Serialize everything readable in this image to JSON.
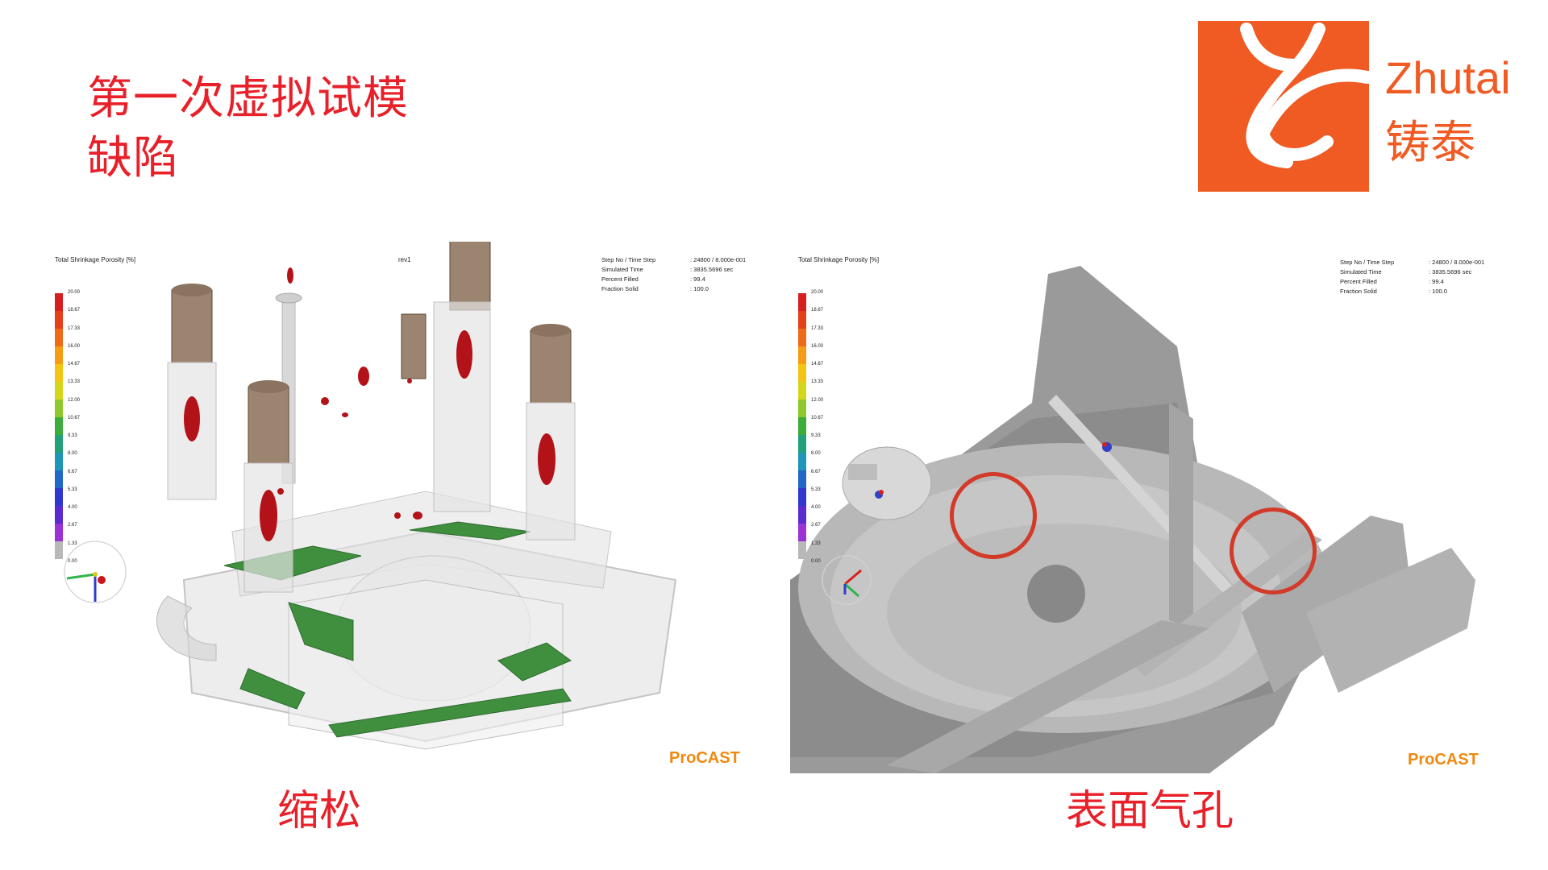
{
  "slide": {
    "title_line1": "第一次虚拟试模",
    "title_line2": "缺陷"
  },
  "logo": {
    "name_en": "Zhutai",
    "name_cn": "铸泰",
    "color": "#f05a23"
  },
  "left_panel": {
    "legend_title": "Total Shrinkage Porosity [%]",
    "run_name": "rev1",
    "legend_values": [
      "20.00",
      "18.67",
      "17.33",
      "16.00",
      "14.67",
      "13.33",
      "12.00",
      "10.67",
      "9.33",
      "8.00",
      "6.67",
      "5.33",
      "4.00",
      "2.67",
      "1.33",
      "0.00"
    ],
    "legend_colors": [
      "#d71f1f",
      "#e4401a",
      "#ee6a18",
      "#f59b14",
      "#f3c512",
      "#d4d61c",
      "#8fc82a",
      "#3cad3a",
      "#23a079",
      "#1f95b8",
      "#2067c8",
      "#3036cf",
      "#5b2bd0",
      "#9b32d4",
      "#b8b8b8"
    ],
    "info": [
      {
        "key": "Step No / Time Step",
        "value": ": 24800 / 8.000e-001"
      },
      {
        "key": "Simulated Time",
        "value": ": 3835.5696 sec"
      },
      {
        "key": "Percent Filled",
        "value": ": 99.4"
      },
      {
        "key": "Fraction Solid",
        "value": ": 100.0"
      }
    ],
    "brand": "ProCAST",
    "caption": "缩松"
  },
  "right_panel": {
    "legend_title": "Total Shrinkage Porosity [%]",
    "legend_values": [
      "20.00",
      "18.67",
      "17.33",
      "16.00",
      "14.67",
      "13.33",
      "12.00",
      "10.67",
      "9.33",
      "8.00",
      "6.67",
      "5.33",
      "4.00",
      "2.67",
      "1.33",
      "0.00"
    ],
    "info": [
      {
        "key": "Step No / Time Step",
        "value": ": 24800 / 8.000e-001"
      },
      {
        "key": "Simulated Time",
        "value": ": 3835.5696 sec"
      },
      {
        "key": "Percent Filled",
        "value": ": 99.4"
      },
      {
        "key": "Fraction Solid",
        "value": ": 100.0"
      }
    ],
    "brand": "ProCAST",
    "caption": "表面气孔"
  }
}
